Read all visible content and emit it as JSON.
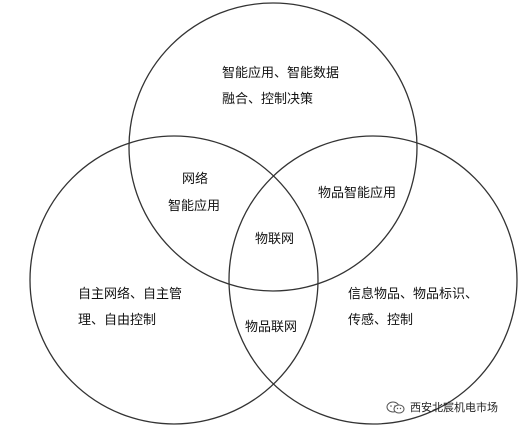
{
  "diagram": {
    "type": "venn-3",
    "circles": [
      {
        "id": "top",
        "label_lines": [
          "智能应用、智能数据",
          "融合、控制决策"
        ]
      },
      {
        "id": "left",
        "label_lines": [
          "自主网络、自主管",
          "理、自由控制"
        ]
      },
      {
        "id": "right",
        "label_lines": [
          "信息物品、物品标识、",
          "传感、控制"
        ]
      }
    ],
    "overlaps": {
      "top_left": [
        "网络",
        "智能应用"
      ],
      "top_right": "物品智能应用",
      "left_right": "物品联网",
      "center": "物联网"
    },
    "line_color": "#333333"
  },
  "watermark": {
    "text": "西安北宸机电市场",
    "icon": "wechat-icon"
  }
}
